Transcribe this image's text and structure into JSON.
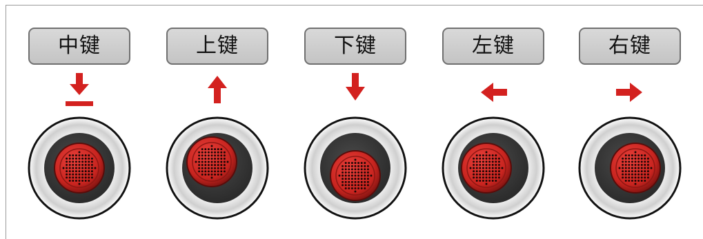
{
  "keys": [
    {
      "label": "中键",
      "direction": "press",
      "arrow_icon": "arrow-down-bar-icon"
    },
    {
      "label": "上键",
      "direction": "up",
      "arrow_icon": "arrow-up-icon"
    },
    {
      "label": "下键",
      "direction": "down",
      "arrow_icon": "arrow-down-icon"
    },
    {
      "label": "左键",
      "direction": "left",
      "arrow_icon": "arrow-left-icon"
    },
    {
      "label": "右键",
      "direction": "right",
      "arrow_icon": "arrow-right-icon"
    }
  ],
  "colors": {
    "accent_red": "#d3211f",
    "button_red": "#c8241f",
    "label_bg": "#cfcfcf",
    "label_border": "#6f6f6f",
    "ring_dark": "#2b2b2b",
    "frame_gray": "#9a9a9a"
  }
}
